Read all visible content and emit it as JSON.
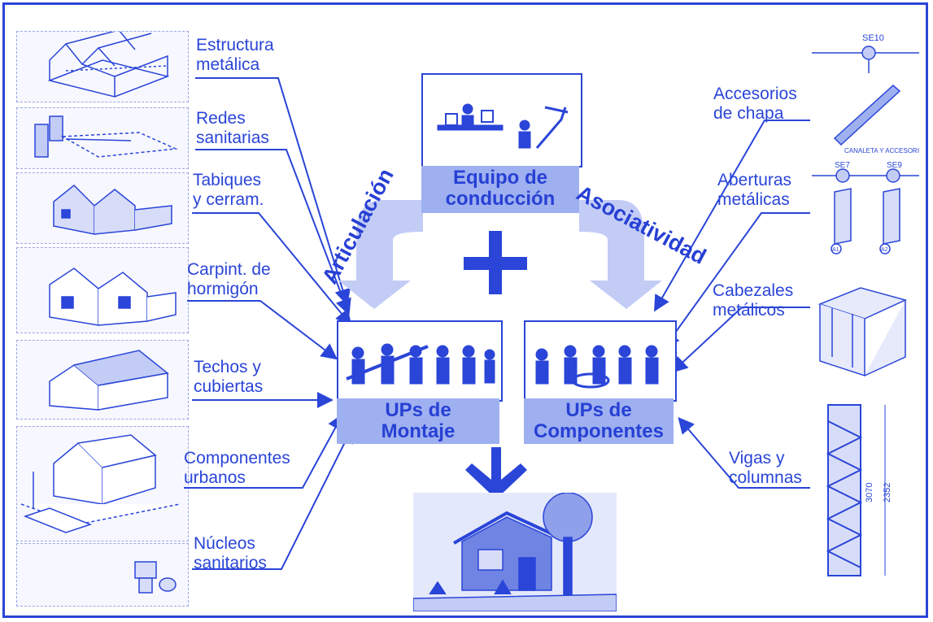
{
  "colors": {
    "primary": "#2a45d8",
    "caption_fill": "#9eb0f0",
    "arrow_fill": "#c3ccf5",
    "thumb_fill": "#f7f8ff"
  },
  "left_labels": [
    "Estructura\nmetálica",
    "Redes\nsanitarias",
    "Tabiques\ny cerram.",
    "Carpint. de\nhormigón",
    "Techos y\ncubiertas",
    "Componentes\nurbanos",
    "Núcleos\nsanitarios"
  ],
  "right_labels": [
    "Accesorios\nde chapa",
    "Aberturas\nmetálicas",
    "Cabezales\nmetálicos",
    "Vigas y\ncolumnas"
  ],
  "center": {
    "top_box": "Equipo de\nconducción",
    "left_arrow_label": "Articulación",
    "right_arrow_label": "Asociatividad",
    "plus": "+",
    "montaje_box": "UPs de\nMontaje",
    "componentes_box": "UPs de\nComponentes"
  },
  "sketch_texts": {
    "se10": "SE10",
    "se7": "SE7",
    "se9": "SE9",
    "canaleta": "CANALETA Y\nACCESORIOS",
    "a1": "A1",
    "a2": "A2",
    "dim1": "3070",
    "dim2": "2352"
  },
  "icons": [
    "steel-frame-icon",
    "sanitary-network-icon",
    "partition-house-icon",
    "concrete-house-icon",
    "roof-house-icon",
    "urban-house-icon",
    "sanitary-core-icon",
    "sheet-accessory-icon",
    "metal-window-icon",
    "metal-head-icon",
    "beam-column-icon",
    "workers-icon",
    "finished-house-icon"
  ]
}
